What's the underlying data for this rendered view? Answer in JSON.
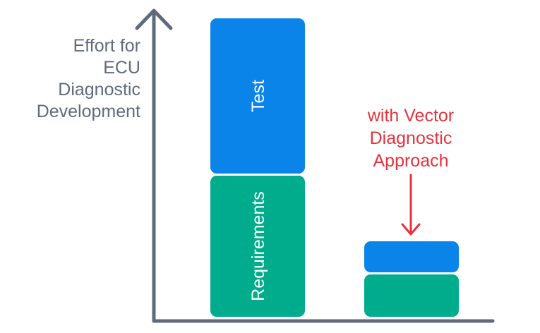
{
  "chart_data": {
    "type": "bar",
    "stacked": true,
    "categories": [
      "",
      ""
    ],
    "series": [
      {
        "name": "Requirements",
        "color": "#00ac8c",
        "values": [
          10,
          3
        ]
      },
      {
        "name": "Test",
        "color": "#0a84e8",
        "values": [
          11,
          2.2
        ]
      }
    ],
    "ylabel_lines": [
      "Effort for",
      "ECU",
      "Diagnostic",
      "Development"
    ],
    "annotation_lines": [
      "with Vector",
      "Diagnostic",
      "Approach"
    ],
    "annotation_color": "#e6323e",
    "axis_color": "#5f6b7c",
    "grid": false,
    "legend": "none"
  }
}
